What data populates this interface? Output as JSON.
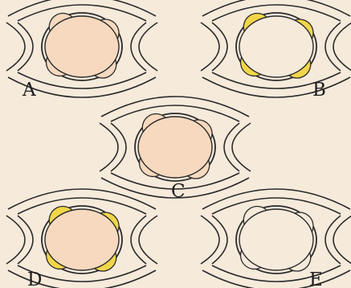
{
  "figure": {
    "colors": {
      "background": "#f6eadb",
      "ink": "#2a2a2a",
      "lumen_fill": "#f7d9bf",
      "highlight": "#f1d64a",
      "empty": "#f6eadb"
    },
    "panels": [
      {
        "label": "A",
        "lumen": "filled",
        "segments": []
      },
      {
        "label": "B",
        "lumen": "empty",
        "segments": [
          0,
          1,
          2,
          3
        ]
      },
      {
        "label": "C",
        "lumen": "filled",
        "segments": []
      },
      {
        "label": "D",
        "lumen": "filled",
        "segments": [
          0,
          1,
          2,
          3
        ]
      },
      {
        "label": "E",
        "lumen": "empty",
        "segments": []
      }
    ]
  }
}
